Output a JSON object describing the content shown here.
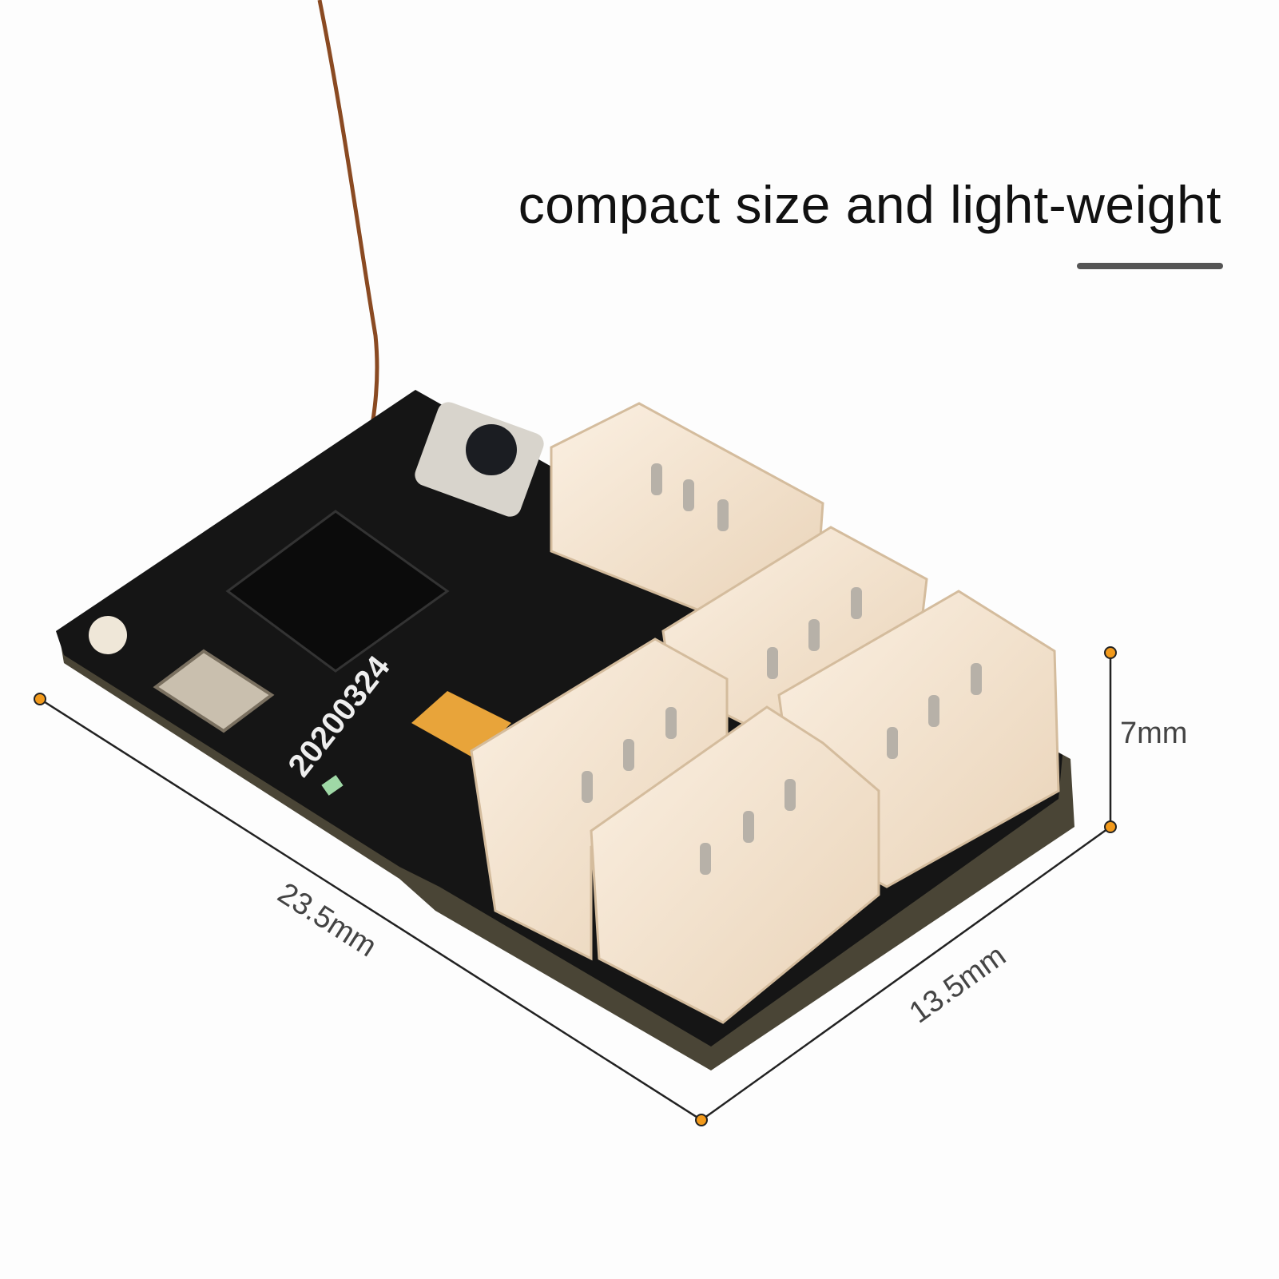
{
  "headline": "compact size and light-weight",
  "dimensions": {
    "length": "23.5mm",
    "width": "13.5mm",
    "height": "7mm"
  },
  "board_marking": "20200324",
  "colors": {
    "marker": "#f29a1c",
    "line": "#222222",
    "pcb": "#141414",
    "connector": "#f3e3cf"
  }
}
